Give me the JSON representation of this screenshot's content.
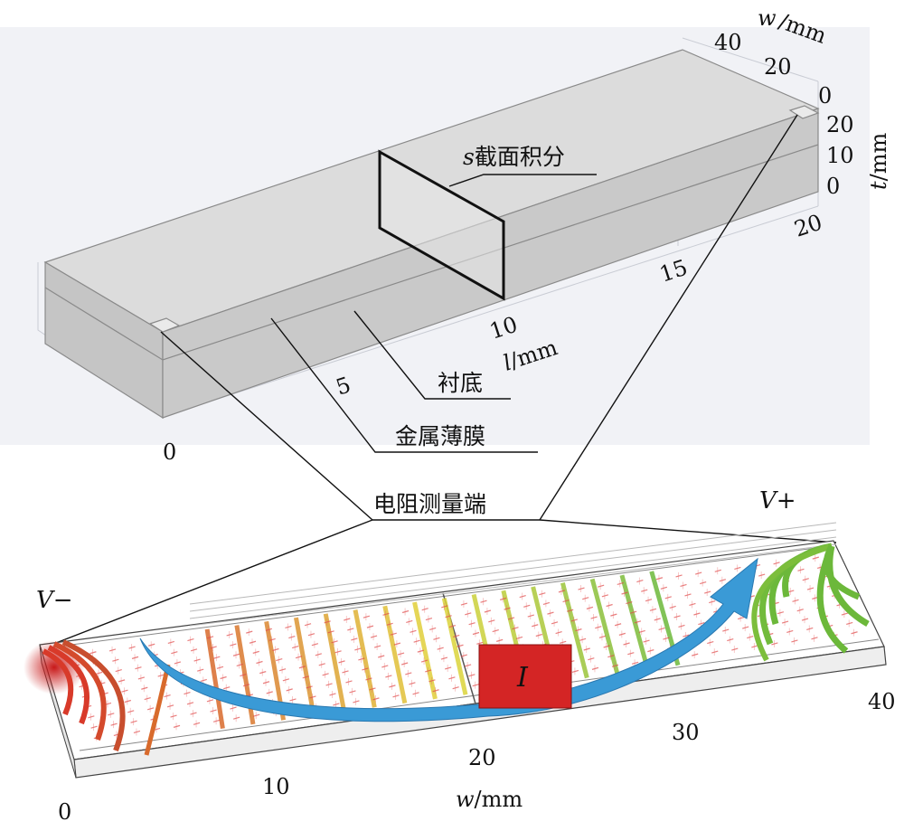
{
  "top_view": {
    "axis_w": {
      "var": "w",
      "unit": "/mm",
      "ticks": [
        "40",
        "20",
        "0"
      ]
    },
    "axis_t": {
      "var": "t",
      "unit": "/mm",
      "ticks": [
        "20",
        "10",
        "0"
      ]
    },
    "axis_l": {
      "var": "l",
      "unit": "/mm",
      "ticks": [
        "0",
        "5",
        "10",
        "15",
        "20"
      ]
    },
    "cross_section": {
      "var": "s",
      "text": "截面积分"
    },
    "substrate_label": "衬底",
    "film_label": "金属薄膜",
    "terminal_label": "电阻测量端"
  },
  "bottom_view": {
    "v_minus": "V−",
    "v_plus": "V+",
    "current": "I",
    "axis_w": {
      "var": "w",
      "unit": "/mm",
      "ticks": [
        "0",
        "10",
        "20",
        "30",
        "40"
      ]
    }
  },
  "colors": {
    "background_panel": "#f1f2f6",
    "block_top": "#dcdcdc",
    "block_side": "#c4c4c4",
    "current_box": "#d42525",
    "arrow": "#3a9ad6",
    "minus_field": "#d83a2a",
    "plus_field": "#6cb83a"
  }
}
